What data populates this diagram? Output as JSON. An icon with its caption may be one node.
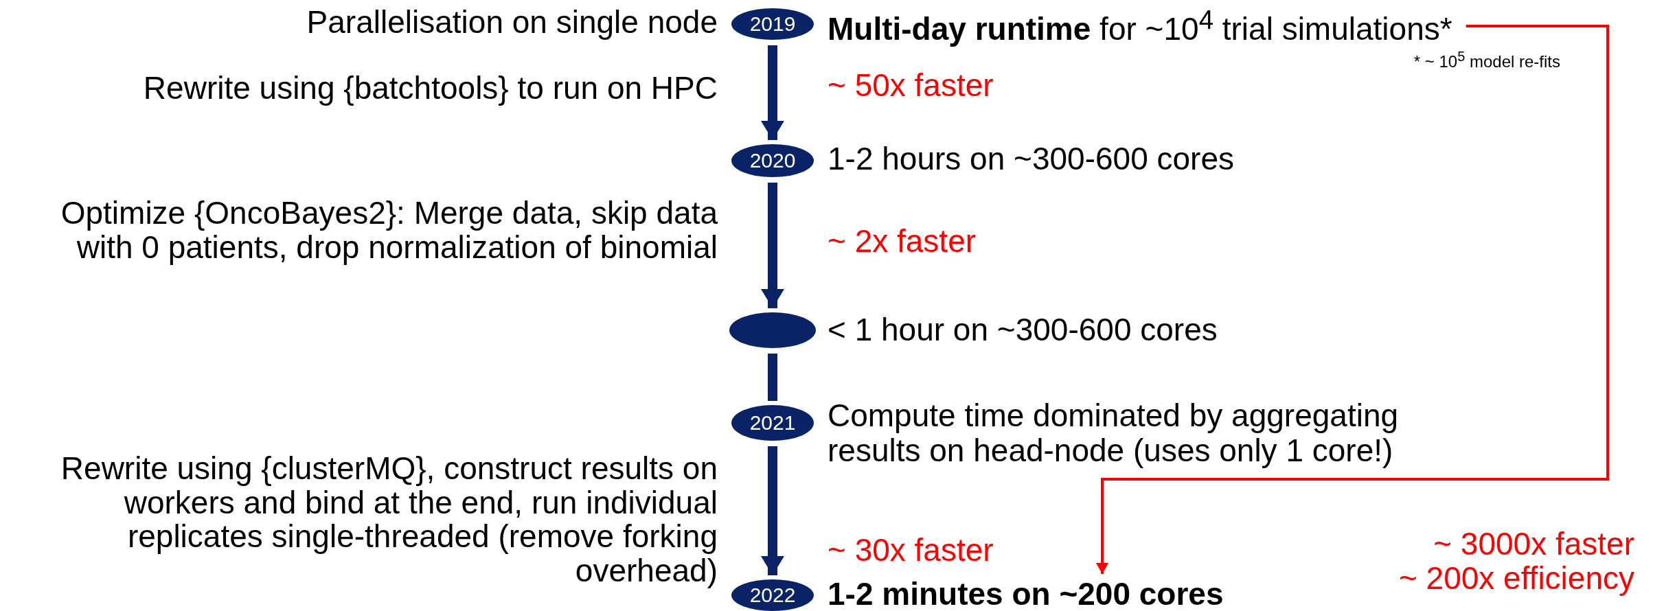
{
  "diagram": {
    "nodes": [
      {
        "text": [
          "2019"
        ]
      },
      {
        "text": [
          "**Multi-day runtime** for ~10$^{4}$ trial simulations*"
        ]
      },
      {
        "text": [
          "2020"
        ]
      },
      {
        "text": [
          "1-2 hours on ~300-600 cores"
        ]
      },
      {
        "text": [],
        "shape": "ellipse"
      },
      {
        "text": [
          "< 1 hour on ~300-600 cores"
        ]
      },
      {
        "text": [
          "2021"
        ]
      },
      {
        "text": [
          "Compute time dominated by aggregating results on head-node (uses only 1 core!)"
        ]
      },
      {
        "text": [
          "2022"
        ]
      },
      {
        "text": [
          "1-2 minutes on ~200 cores"
        ]
      }
    ],
    "edges": [
      {
        "from": 0,
        "to": 2,
        "arrow": "to"
      },
      {
        "from": 2,
        "to": 4,
        "arrow": "to"
      },
      {
        "from": 4,
        "to": 6,
        "arrow": "none"
      },
      {
        "from": 6,
        "to": 8,
        "arrow": "to"
      },
      {
        "from": 1,
        "to": 9,
        "arrow": "to",
        "color": "#ff0000"
      }
    ],
    "labels": [
      "Parallelisation on single node",
      "* ~ 10$^{5}$ model re-fits",
      "Rewrite using {batchtools} to run on HPC",
      "~ 50x faster",
      "Optimize {OncoBayes2}: Merge data, skip data with 0 patients, drop normalization of binomial",
      "~ 2x faster",
      "Rewrite using {clusterMQ}, construct results on workers and bind at the end, run individual replicates single-threaded (remove forking overhead)",
      "~ 30x faster",
      "~ 3000x faster",
      "~ 200x efficiency"
    ]
  }
}
